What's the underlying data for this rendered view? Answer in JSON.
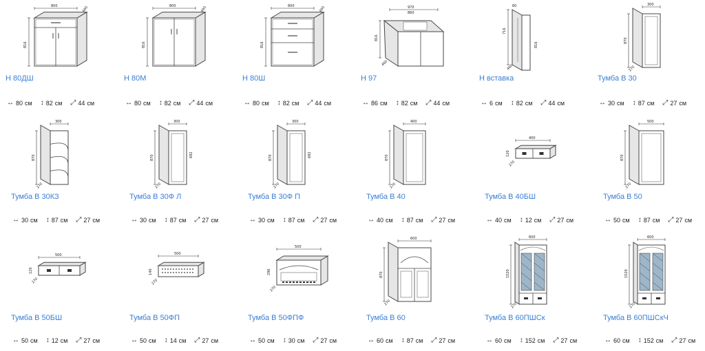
{
  "units": "см",
  "icons": {
    "width": "width-arrow-icon",
    "height": "height-arrow-icon",
    "depth": "depth-arrow-icon"
  },
  "products": [
    {
      "name": "Н 80ДШ",
      "w": "80",
      "h": "82",
      "d": "44",
      "type": "base-drawer",
      "dw": "800",
      "dh": "816",
      "dd": "460"
    },
    {
      "name": "Н 80М",
      "w": "80",
      "h": "82",
      "d": "44",
      "type": "base-sink",
      "dw": "800",
      "dh": "816",
      "dd": "460"
    },
    {
      "name": "Н 80Ш",
      "w": "80",
      "h": "82",
      "d": "44",
      "type": "base-drawers",
      "dw": "800",
      "dh": "816",
      "dd": "460"
    },
    {
      "name": "Н 97",
      "w": "86",
      "h": "82",
      "d": "44",
      "type": "base-corner",
      "dw": "970",
      "dh": "816",
      "dd": "460",
      "dw2": "860"
    },
    {
      "name": "Н вставка",
      "w": "6",
      "h": "82",
      "d": "44",
      "type": "insert",
      "dw": "60",
      "dh": "716",
      "dd": "460",
      "dh2": "816"
    },
    {
      "name": "Тумба В 30",
      "w": "30",
      "h": "87",
      "d": "27",
      "type": "wall",
      "dw": "300",
      "dh": "870",
      "dd": "270"
    },
    {
      "name": "Тумба В 30КЗ",
      "w": "30",
      "h": "87",
      "d": "27",
      "type": "wall-open",
      "dw": "300",
      "dh": "870",
      "dd": "270"
    },
    {
      "name": "Тумба В 30Ф Л",
      "w": "30",
      "h": "87",
      "d": "27",
      "type": "wall-curve-l",
      "dw": "300",
      "dh": "870",
      "dd": "270",
      "dh2": "692"
    },
    {
      "name": "Тумба В 30Ф П",
      "w": "30",
      "h": "87",
      "d": "27",
      "type": "wall-curve-r",
      "dw": "300",
      "dh": "870",
      "dd": "270",
      "dh2": "692"
    },
    {
      "name": "Тумба В 40",
      "w": "40",
      "h": "87",
      "d": "27",
      "type": "wall",
      "dw": "400",
      "dh": "870",
      "dd": "270"
    },
    {
      "name": "Тумба В 40БШ",
      "w": "40",
      "h": "12",
      "d": "27",
      "type": "drawer-box",
      "dw": "400",
      "dh": "120",
      "dd": "270"
    },
    {
      "name": "Тумба В 50",
      "w": "50",
      "h": "87",
      "d": "27",
      "type": "wall",
      "dw": "500",
      "dh": "870",
      "dd": "270"
    },
    {
      "name": "Тумба В 50БШ",
      "w": "50",
      "h": "12",
      "d": "27",
      "type": "drawer-box",
      "dw": "500",
      "dh": "120",
      "dd": "270"
    },
    {
      "name": "Тумба В 50ФП",
      "w": "50",
      "h": "14",
      "d": "27",
      "type": "grille-box",
      "dw": "500",
      "dh": "140",
      "dd": "270"
    },
    {
      "name": "Тумба В 50ФПФ",
      "w": "50",
      "h": "30",
      "d": "27",
      "type": "hood-box",
      "dw": "500",
      "dh": "296",
      "dd": "270"
    },
    {
      "name": "Тумба В 60",
      "w": "60",
      "h": "87",
      "d": "27",
      "type": "wall-arch",
      "dw": "600",
      "dh": "870",
      "dd": "270"
    },
    {
      "name": "Тумба В 60ПШСк",
      "w": "60",
      "h": "152",
      "d": "27",
      "type": "glass-tall",
      "dw": "600",
      "dh": "1520",
      "dd": "270"
    },
    {
      "name": "Тумба В 60ПШСкЧ",
      "w": "60",
      "h": "152",
      "d": "27",
      "type": "glass-tall",
      "dw": "600",
      "dh": "1520",
      "dd": "270"
    }
  ]
}
